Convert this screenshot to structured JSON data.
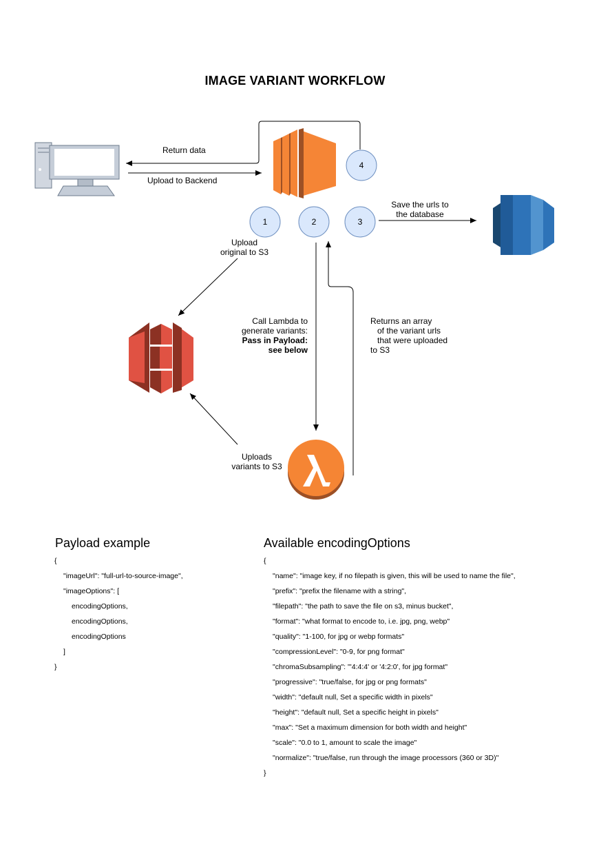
{
  "title": "IMAGE VARIANT WORKFLOW",
  "icons": {
    "client": "desktop-computer-icon",
    "backend": "aws-ec2-icon",
    "database": "aws-rds-database-icon",
    "storage": "aws-s3-bucket-icon",
    "function": "aws-lambda-icon"
  },
  "colors": {
    "ec2_orange": "#F58536",
    "s3_red": "#E05243",
    "lambda_orange": "#F58534",
    "rds_blue": "#2E73B8",
    "step_circle_fill": "#DAE8FC",
    "step_circle_stroke": "#6C8EBF"
  },
  "steps": [
    "1",
    "2",
    "3",
    "4"
  ],
  "arrows": {
    "return_data": "Return data",
    "upload_backend": "Upload to Backend",
    "save_urls": [
      "Save the urls to",
      "the database"
    ],
    "upload_original": [
      "Upload",
      "original to S3"
    ],
    "call_lambda": [
      "Call Lambda to",
      "generate variants:",
      "Pass in Payload:",
      "see below"
    ],
    "returns_array": [
      "Returns an array",
      "of the variant urls",
      "that were uploaded",
      "to S3"
    ],
    "uploads_variants": [
      "Uploads",
      "variants to S3"
    ]
  },
  "payload": {
    "heading": "Payload example",
    "lines": [
      "{",
      "\"imageUrl\": \"full-url-to-source-image\",",
      "\"imageOptions\": [",
      "encodingOptions,",
      "encodingOptions,",
      "encodingOptions",
      "]",
      "}"
    ]
  },
  "encoding": {
    "heading": "Available encodingOptions",
    "lines": [
      "{",
      "\"name\": \"image key, if no filepath is given, this will be used to name the file\",",
      "\"prefix\": \"prefix the filename with a string\",",
      "\"filepath\": \"the path to save the file on s3, minus bucket\",",
      "\"format\": \"what format to encode to, i.e. jpg, png, webp\"",
      "\"quality\": \"1-100, for jpg or webp formats\"",
      "\"compressionLevel\": \"0-9, for png format\"",
      "\"chromaSubsampling\": \"'4:4:4' or '4:2:0', for jpg format\"",
      "\"progressive\": \"true/false, for jpg or png formats\"",
      "\"width\": \"default null, Set a specific width in pixels\"",
      "\"height\": \"default null, Set a specific height in pixels\"",
      "\"max\": \"Set a maximum dimension for both width and height\"",
      "\"scale\": \"0.0 to 1, amount to scale the image\"",
      "\"normalize\": \"true/false, run through the image processors (360 or 3D)\"",
      "}"
    ]
  }
}
